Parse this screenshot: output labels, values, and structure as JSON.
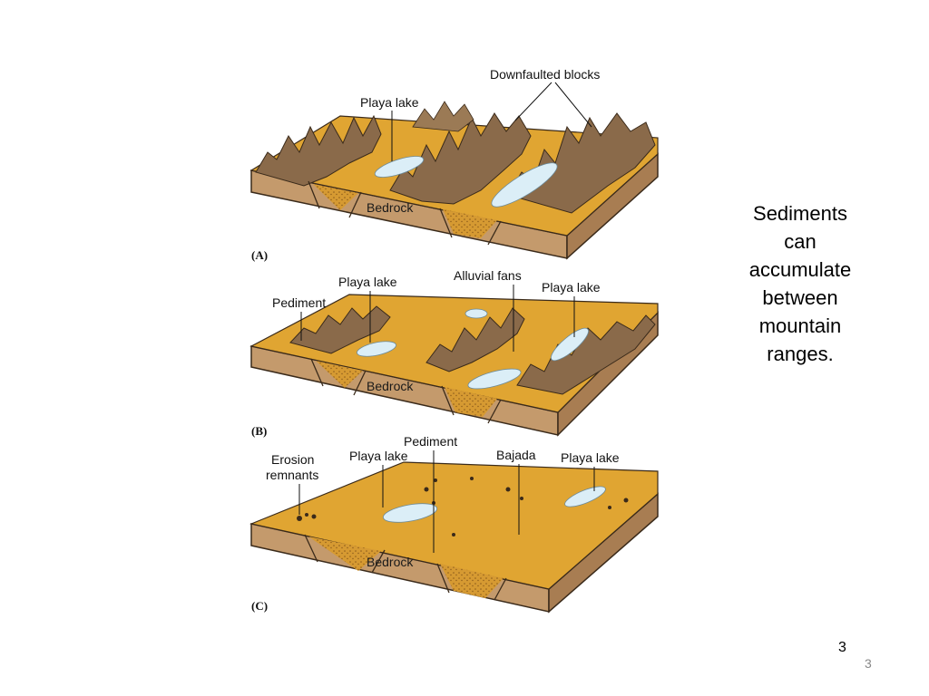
{
  "caption": "Sediments can accumulate between mountain ranges.",
  "page_number": "3",
  "page_number_footer": "3",
  "panels": [
    {
      "tag": "(A)",
      "labels": {
        "downfaulted": "Downfaulted blocks",
        "playa": "Playa lake",
        "bedrock": "Bedrock"
      }
    },
    {
      "tag": "(B)",
      "labels": {
        "playa_left": "Playa lake",
        "pediment": "Pediment",
        "alluvial": "Alluvial fans",
        "playa_right": "Playa lake",
        "bedrock": "Bedrock"
      }
    },
    {
      "tag": "(C)",
      "labels": {
        "erosion": "Erosion remnants",
        "playa_left": "Playa lake",
        "pediment": "Pediment",
        "bajada": "Bajada",
        "playa_right": "Playa lake",
        "bedrock": "Bedrock"
      }
    }
  ],
  "colors": {
    "sediment": "#e0a532",
    "bedrock": "#c49a6c",
    "mountain": "#8a6a4a",
    "lake": "#dbeef7"
  }
}
